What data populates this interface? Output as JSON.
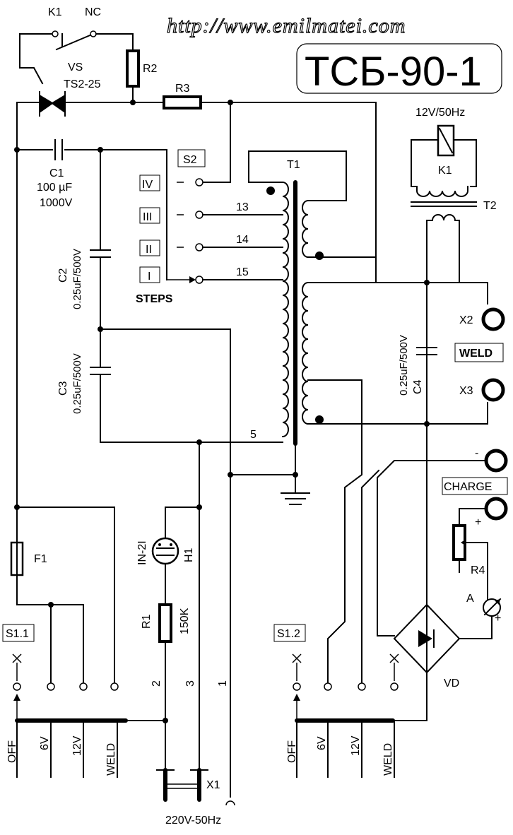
{
  "header": {
    "url": "http://www.emilmatei.com",
    "model": "ТСБ-90-1"
  },
  "components": {
    "k1_contact": "K1",
    "nc": "NC",
    "vs": "VS",
    "triac": "TS2-25",
    "r2": "R2",
    "r3": "R3",
    "c1": "C1",
    "c1_cap": "100 µF",
    "c1_volt": "1000V",
    "c2": "C2",
    "c2_val": "0.25uF/500V",
    "c3": "C3",
    "c3_val": "0.25uF/500V",
    "c4": "C4",
    "c4_val": "0.25uF/500V",
    "s2": "S2",
    "t1": "T1",
    "t2": "T2",
    "k1_coil": "K1",
    "relay_rating": "12V/50Hz",
    "steps_label": "STEPS",
    "step_iv": "IV",
    "step_iii": "III",
    "step_ii": "II",
    "step_i": "I",
    "tap13": "13",
    "tap14": "14",
    "tap15": "15",
    "tap5": "5",
    "x1": "X1",
    "x2": "X2",
    "x3": "X3",
    "weld_box": "WELD",
    "charge_box": "CHARGE",
    "minus": "-",
    "plus": "+",
    "f1": "F1",
    "lamp": "IN-2I",
    "h1": "H1",
    "r1": "R1",
    "r1_val": "150K",
    "r4": "R4",
    "ammeter": "A",
    "vd": "VD",
    "s11": "S1.1",
    "s12": "S1.2",
    "pin1": "1",
    "pin2": "2",
    "pin3": "3",
    "mains": "220V-50Hz"
  },
  "switch_positions": [
    "OFF",
    "6V",
    "12V",
    "WELD"
  ]
}
